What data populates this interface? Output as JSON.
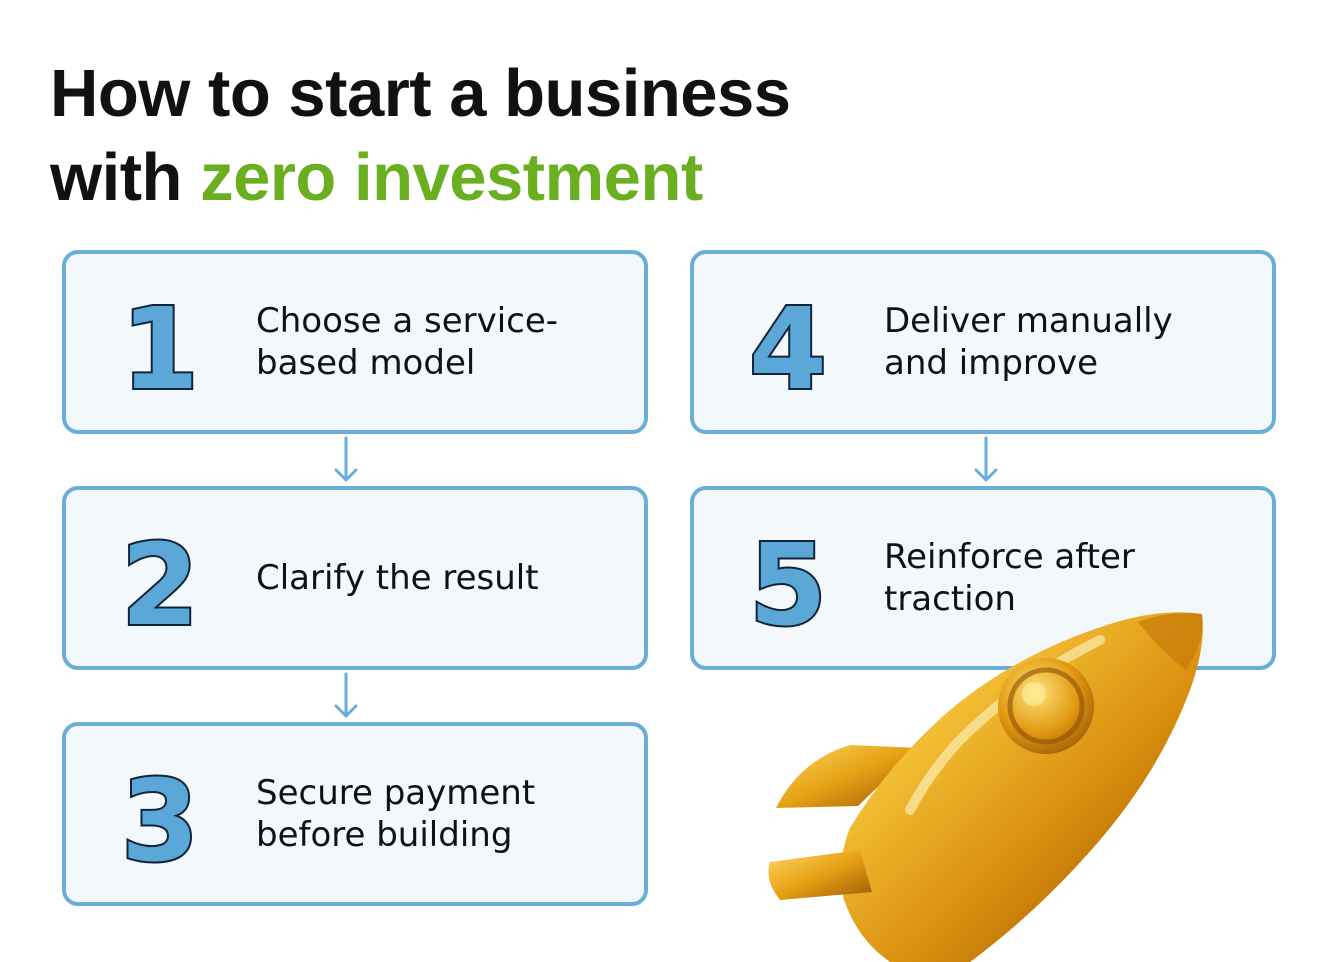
{
  "title": {
    "line1": "How to start a business",
    "line2_plain": "with ",
    "line2_accent": "zero investment"
  },
  "steps": [
    {
      "number": "1",
      "text": "Choose a service-based model"
    },
    {
      "number": "2",
      "text": "Clarify the result"
    },
    {
      "number": "3",
      "text": "Secure payment before building"
    },
    {
      "number": "4",
      "text": "Deliver manually and improve"
    },
    {
      "number": "5",
      "text": "Reinforce after traction"
    }
  ],
  "colors": {
    "accent_green": "#6aaf1f",
    "box_border": "#6aaed8",
    "box_fill": "#f3f8fc",
    "number_fill": "#5aa7d8",
    "rocket_gold": "#e8a515"
  },
  "illustration": "gold-rocket-icon"
}
